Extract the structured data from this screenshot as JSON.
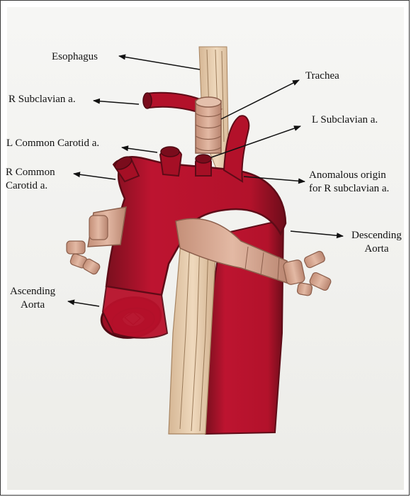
{
  "labels": {
    "esophagus": "Esophagus",
    "trachea": "Trachea",
    "r_subclavian": "R Subclavian a.",
    "l_subclavian": "L Subclavian a.",
    "l_common_carotid": "L Common Carotid a.",
    "r_common_carotid": "R Common\nCarotid a.",
    "anomalous_origin": "Anomalous origin\nfor R subclavian a.",
    "descending_aorta": "Descending\nAorta",
    "ascending_aorta": "Ascending\nAorta"
  },
  "colors": {
    "artery_red": "#b8102a",
    "artery_dark": "#6e0f1c",
    "esophagus_tan": "#e6c9a8",
    "trachea_pink": "#d8a792",
    "paper": "#f3f3f0",
    "ink": "#111111"
  }
}
